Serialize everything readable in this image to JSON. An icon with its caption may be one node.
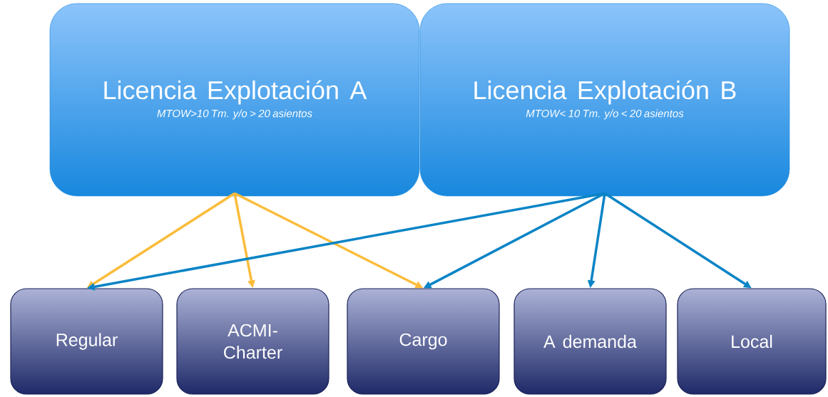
{
  "diagram": {
    "nodes": [
      {
        "text": [
          "Licencia Explotación A",
          "MTOW>10 Tm. y/o > 20 asientos"
        ]
      },
      {
        "text": [
          "Licencia Explotación B",
          "MTOW< 10 Tm. y/o < 20 asientos"
        ]
      },
      {
        "text": [
          "Regular"
        ]
      },
      {
        "text": [
          "ACMI-Charter"
        ]
      },
      {
        "text": [
          "Cargo"
        ]
      },
      {
        "text": [
          "A demanda"
        ]
      },
      {
        "text": [
          "Local"
        ]
      }
    ],
    "edges": [
      {
        "from": 0,
        "to": 2,
        "arrow": "to",
        "color": "#fbbc3a"
      },
      {
        "from": 0,
        "to": 3,
        "arrow": "to",
        "color": "#fbbc3a"
      },
      {
        "from": 0,
        "to": 4,
        "arrow": "to",
        "color": "#fbbc3a"
      },
      {
        "from": 1,
        "to": 2,
        "arrow": "to"
      },
      {
        "from": 1,
        "to": 4,
        "arrow": "to"
      },
      {
        "from": 1,
        "to": 5,
        "arrow": "to"
      },
      {
        "from": 1,
        "to": 6,
        "arrow": "to"
      }
    ]
  }
}
